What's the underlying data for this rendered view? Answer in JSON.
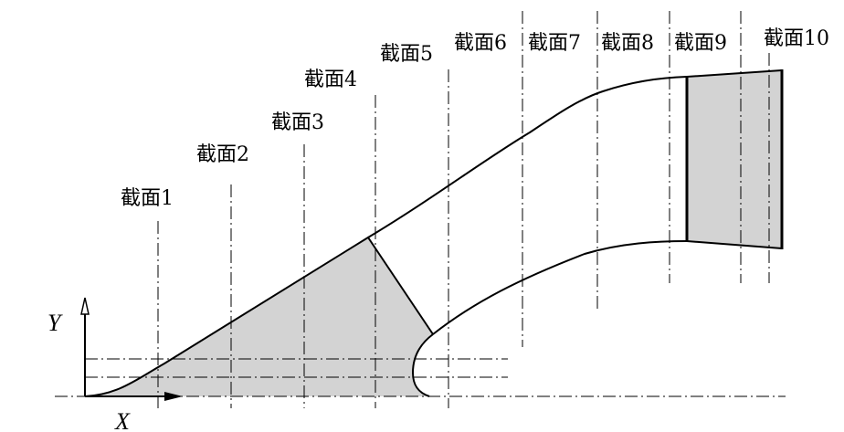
{
  "sections": [
    {
      "label": "截面1"
    },
    {
      "label": "截面2"
    },
    {
      "label": "截面3"
    },
    {
      "label": "截面4"
    },
    {
      "label": "截面5"
    },
    {
      "label": "截面6"
    },
    {
      "label": "截面7"
    },
    {
      "label": "截面8"
    },
    {
      "label": "截面9"
    },
    {
      "label": "截面10"
    }
  ],
  "axes": {
    "x_label": "X",
    "y_label": "Y"
  },
  "colors": {
    "shaded": "#d3d3d3",
    "line": "#000000"
  }
}
